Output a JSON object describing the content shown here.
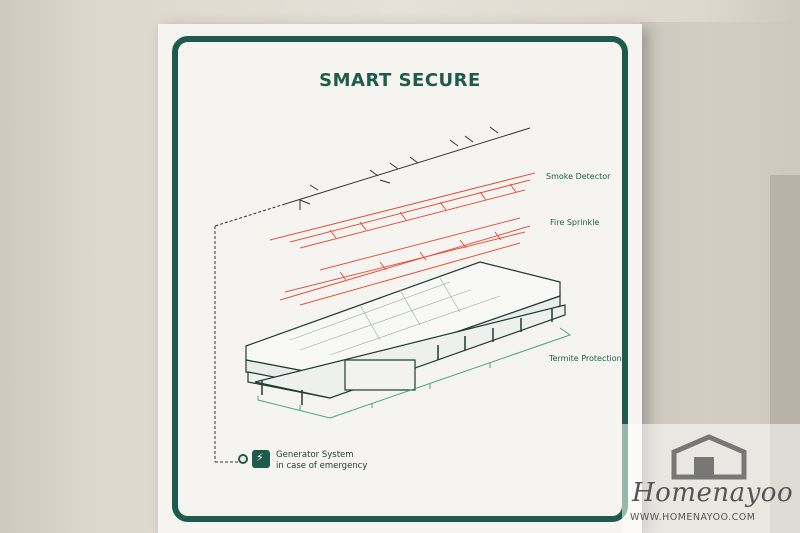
{
  "poster": {
    "title": "SMART SECURE",
    "labels": {
      "smoke": "Smoke Detector",
      "sprinkle": "Fire Sprinkle",
      "termite": "Termite  Protection",
      "generator_line1": "Generator System",
      "generator_line2": "in case of emergency"
    }
  },
  "watermark": {
    "name": "Homenayoo",
    "url": "WWW.HOMENAYOO.COM"
  },
  "colors": {
    "frame": "#1f5b4c",
    "sprinkler": "#e2553f",
    "termite": "#4aa37c",
    "wiring": "#333333"
  },
  "icons": [
    "generator-icon",
    "house-logo-icon"
  ]
}
